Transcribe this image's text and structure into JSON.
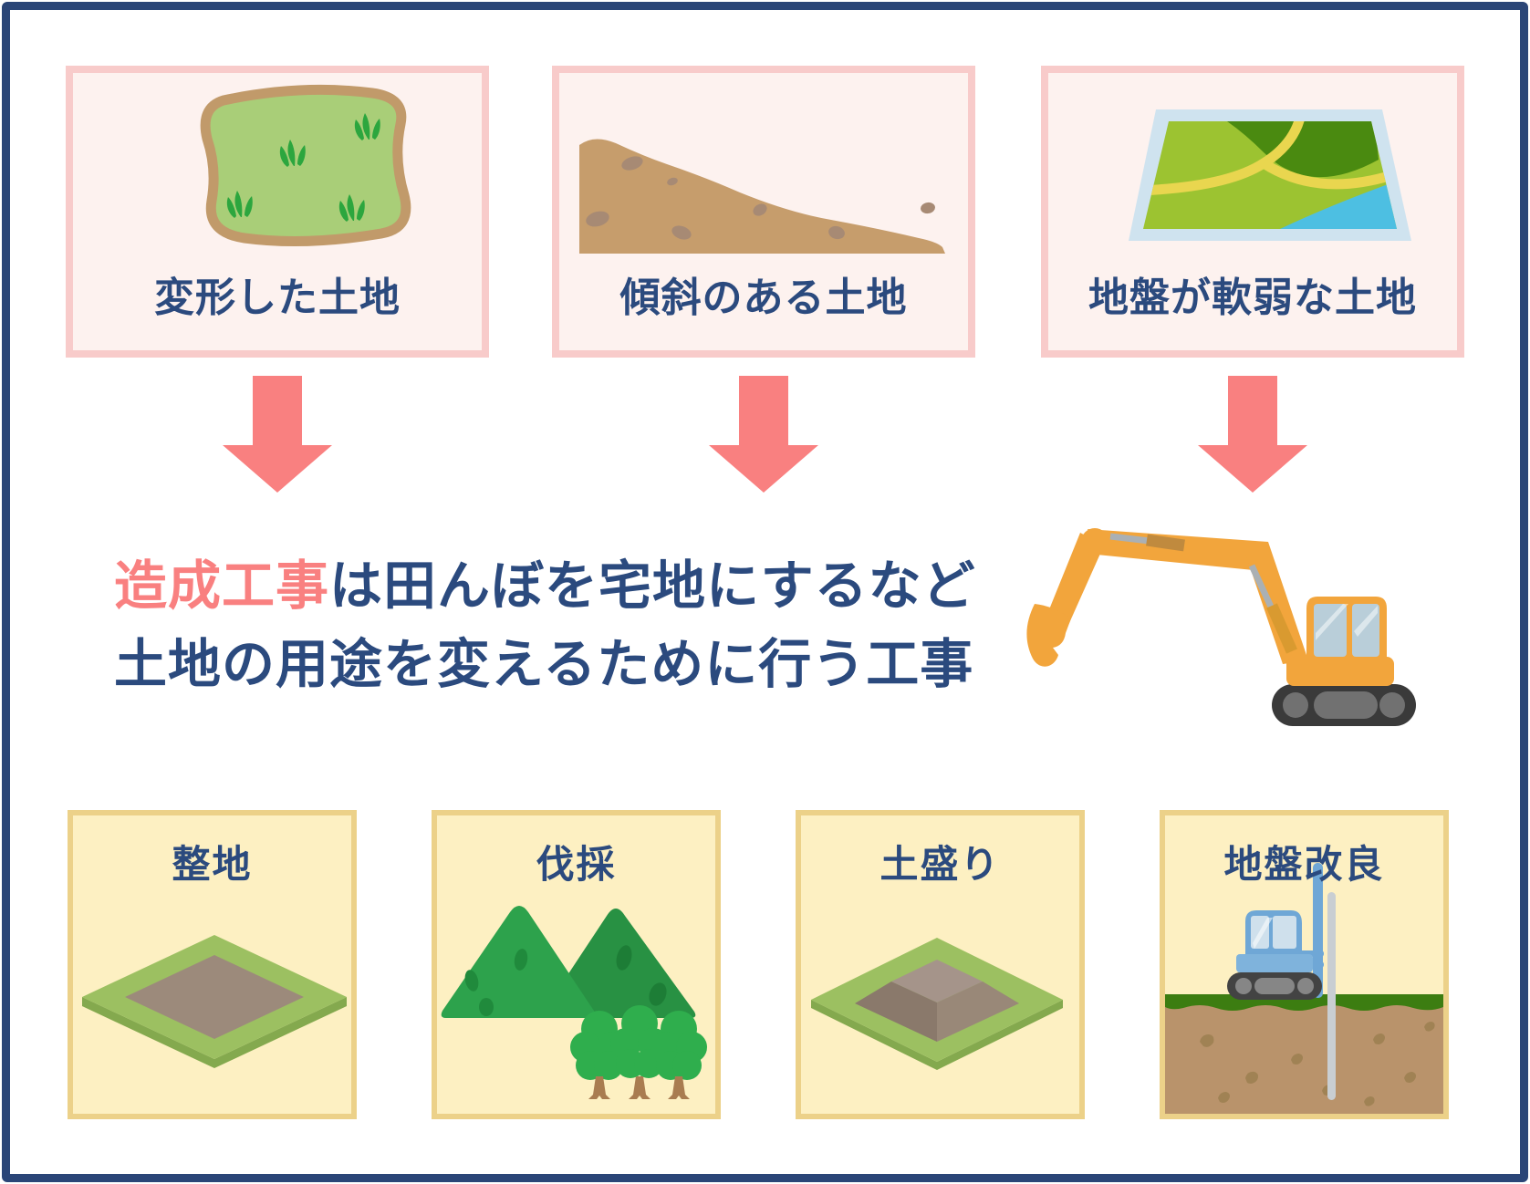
{
  "page": {
    "background": "#ffffff",
    "frame_color": "#2a4577"
  },
  "top_row": {
    "card_background": "#fdf2ef",
    "card_border": "#f8cbca",
    "label_color": "#2b4a7e",
    "items": [
      {
        "label": "変形した土地",
        "icon": "irregular-land-illustration"
      },
      {
        "label": "傾斜のある土地",
        "icon": "sloped-land-illustration"
      },
      {
        "label": "地盤が軟弱な土地",
        "icon": "soft-ground-map-illustration"
      }
    ]
  },
  "arrows": {
    "color": "#f98080",
    "direction": "down",
    "count": 3
  },
  "headline": {
    "highlight": "造成工事",
    "line1_rest": "は田んぼを宅地にするなど",
    "line2": "土地の用途を変えるために行う工事",
    "highlight_color": "#f98080",
    "text_color": "#2b4a7e",
    "icon": "excavator-illustration"
  },
  "bottom_row": {
    "card_background": "#fdf0c2",
    "card_border": "#ecd189",
    "label_color": "#2b4a7e",
    "items": [
      {
        "label": "整地",
        "icon": "leveled-ground-illustration"
      },
      {
        "label": "伐採",
        "icon": "tree-felling-illustration"
      },
      {
        "label": "土盛り",
        "icon": "earth-mound-illustration"
      },
      {
        "label": "地盤改良",
        "icon": "ground-improvement-illustration"
      }
    ]
  }
}
